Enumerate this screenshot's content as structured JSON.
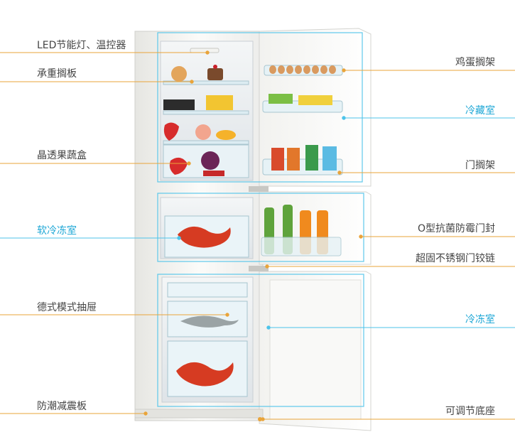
{
  "colors": {
    "label_normal": "#444444",
    "label_compartment": "#1ea7d6",
    "leader_line": "#e9a43a",
    "compartment_outline": "#4cc3ea",
    "cabinet_white": "#f7f7f5",
    "interior": "#e9edf0"
  },
  "labels": {
    "led_light": "LED节能灯、温控器",
    "shelf": "承重搁板",
    "crisper": "晶透果蔬盒",
    "soft_freeze": "软冷冻室",
    "drawer": "德式模式抽屉",
    "damping_plate": "防潮减震板",
    "egg_rack": "鸡蛋搁架",
    "fridge_room": "冷藏室",
    "door_rack": "门搁架",
    "gasket": "O型抗菌防霉门封",
    "hinge": "超固不锈钢门铰链",
    "freezer_room": "冷冻室",
    "adjustable_base": "可调节底座"
  }
}
